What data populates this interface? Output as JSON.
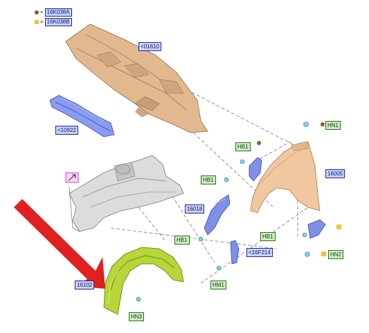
{
  "legend": [
    {
      "symbol": "=",
      "code": "16K038A",
      "marker": "brown-dot-icon",
      "color": "#8b5a2b"
    },
    {
      "symbol": "=",
      "code": "16K038B",
      "marker": "yellow-square-icon",
      "color": "#f2c230"
    }
  ],
  "labels": {
    "dash_panel": "<01610",
    "side_member": "<10922",
    "fender": "16005",
    "fender_bracket": "16018",
    "shield_bracket": "<16F214",
    "wheel_liner": "16102",
    "hn1": "HN1",
    "hn2": "HN2",
    "hn3": "HN3",
    "hb1_top": "HB1",
    "hb1_mid": "HB1",
    "hb1_left": "HB1",
    "hb1_right": "HB1",
    "hm1": "HM1"
  },
  "colors": {
    "panel_tan": "#e2b98f",
    "fender_tan": "#f0c79f",
    "frame_grey": "#d8d8d8",
    "part_blue": "#7f90e8",
    "liner_green": "#b6d63a",
    "fastener_cyan": "#7fd0e0",
    "arrow_red": "#e02020",
    "callout_magenta": "#d040d0"
  }
}
